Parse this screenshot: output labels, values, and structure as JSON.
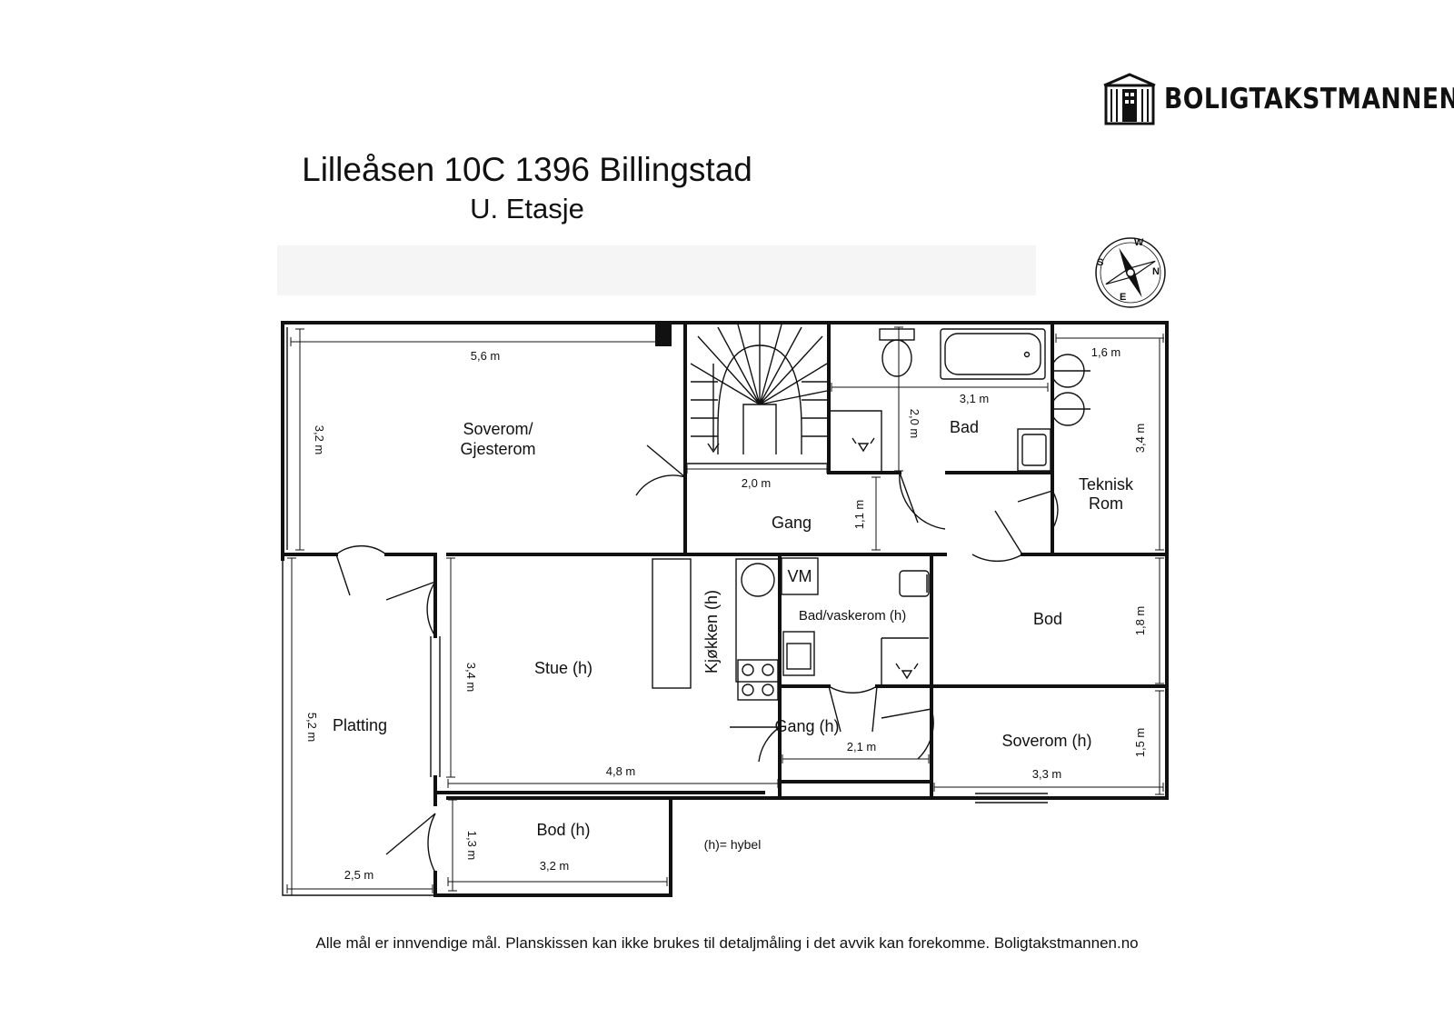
{
  "brand": {
    "name": "BOLIGTAKSTMANNEN"
  },
  "header": {
    "title": "Lilleåsen 10C 1396 Billingstad",
    "subtitle": "U. Etasje"
  },
  "compass": {
    "north": "N",
    "east": "E",
    "south": "S",
    "west": "W"
  },
  "rooms": {
    "soverom_gjesterom_1": "Soverom/",
    "soverom_gjesterom_2": "Gjesterom",
    "gang_upper": "Gang",
    "bad": "Bad",
    "teknisk_1": "Teknisk",
    "teknisk_2": "Rom",
    "kjokken": "Kjøkken (h)",
    "vm": "VM",
    "bad_vaskerom": "Bad/vaskerom (h)",
    "bod_right": "Bod",
    "stue": "Stue (h)",
    "platting": "Platting",
    "gang_lower": "Gang (h)",
    "soverom_h": "Soverom (h)",
    "bod_h": "Bod (h)"
  },
  "dimensions": {
    "soverom_w": "5,6 m",
    "soverom_h": "3,2 m",
    "gang_w": "2,0 m",
    "gang_h": "1,1 m",
    "bad_w": "3,1 m",
    "bad_h": "2,0 m",
    "teknisk_w": "1,6 m",
    "teknisk_h": "3,4 m",
    "bod_right_h": "1,8 m",
    "stue_h": "3,4 m",
    "stue_w": "4,8 m",
    "platting_h": "5,2 m",
    "platting_w": "2,5 m",
    "gang_lower_w": "2,1 m",
    "soverom_lower_w": "3,3 m",
    "soverom_lower_h": "1,5 m",
    "bod_h_h": "1,3 m",
    "bod_h_w": "3,2 m"
  },
  "legend": {
    "hybel": "(h)= hybel"
  },
  "footer": {
    "disclaimer": "Alle mål er innvendige mål. Planskissen kan ikke brukes til detaljmåling i det avvik kan forekomme. Boligtakstmannen.no"
  }
}
